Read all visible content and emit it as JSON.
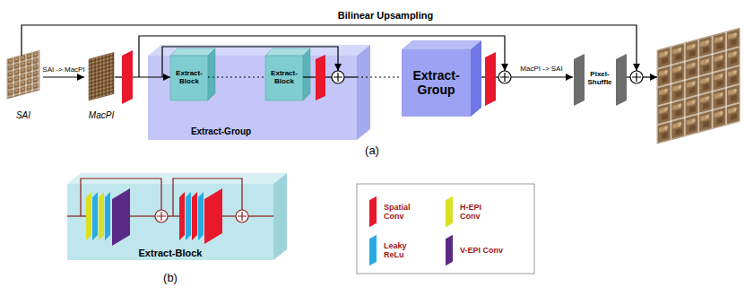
{
  "diagram": {
    "nodes": [
      {
        "text": [
          "SAI"
        ]
      },
      {
        "text": [
          "MacPI"
        ]
      },
      {
        "text": [
          "Extract-Group"
        ]
      },
      {
        "text": [
          "Extract-Block"
        ],
        "in": 2
      },
      {
        "text": [
          "Extract-Block"
        ],
        "in": 2
      },
      {
        "text": [
          "Extract-Group"
        ]
      },
      {
        "text": [
          "Pixel-Shuffle"
        ]
      },
      {
        "text": [
          "Extract-Block"
        ]
      }
    ],
    "edges": [
      {
        "from": 0,
        "to": 1,
        "arrow": "to",
        "label": "SAI -> MacPI"
      },
      {
        "from": 3,
        "to": 4,
        "arrow": "none"
      },
      {
        "from": 2,
        "to": 5,
        "arrow": "none"
      }
    ],
    "labels": [
      "Bilinear Upsampling",
      "MacPI -> SAI",
      "(a)",
      "(b)"
    ],
    "legend": [
      {
        "text": "Spatial Conv",
        "color": "#e8192c"
      },
      {
        "text": "H-EPI Conv",
        "color": "#d9e021"
      },
      {
        "text": "Leaky ReLu",
        "color": "#29abe2"
      },
      {
        "text": "V-EPI Conv",
        "color": "#5b2a86"
      }
    ]
  }
}
